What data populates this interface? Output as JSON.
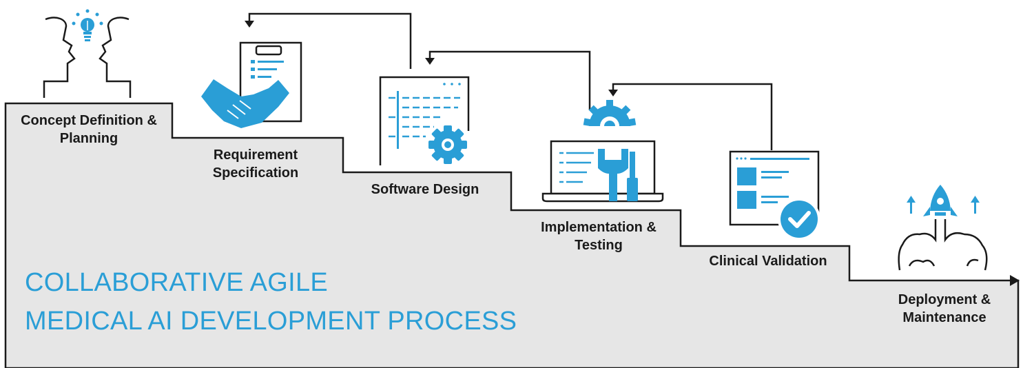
{
  "colors": {
    "accent": "#2a9ed6",
    "dark": "#1a1a1a",
    "stair_fill": "#e6e6e6"
  },
  "title": {
    "line1": "COLLABORATIVE AGILE",
    "line2": "MEDICAL AI DEVELOPMENT PROCESS"
  },
  "steps": [
    {
      "line1": "Concept Definition &",
      "line2": "Planning",
      "icon": "heads-lightbulb-icon"
    },
    {
      "line1": "Requirement",
      "line2": "Specification",
      "icon": "clipboard-handshake-icon"
    },
    {
      "line1": "Software Design",
      "line2": "",
      "icon": "code-document-gear-icon"
    },
    {
      "line1": "Implementation &",
      "line2": "Testing",
      "icon": "laptop-tools-icon"
    },
    {
      "line1": "Clinical Validation",
      "line2": "",
      "icon": "browser-checkmark-icon"
    },
    {
      "line1": "Deployment &",
      "line2": "Maintenance",
      "icon": "rocket-launch-icon"
    }
  ]
}
